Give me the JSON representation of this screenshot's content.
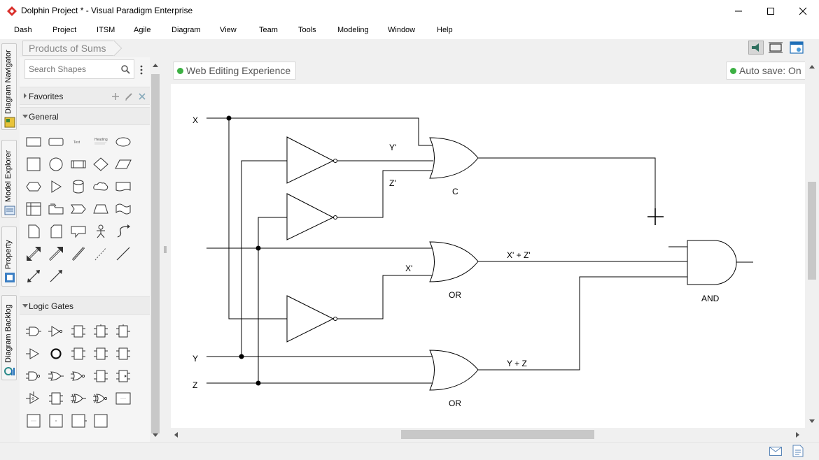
{
  "window": {
    "title": "Dolphin Project * - Visual Paradigm Enterprise"
  },
  "menu": [
    "Dash",
    "Project",
    "ITSM",
    "Agile",
    "Diagram",
    "View",
    "Team",
    "Tools",
    "Modeling",
    "Window",
    "Help"
  ],
  "side_tabs": [
    "Diagram Navigator",
    "Model Explorer",
    "Property",
    "Diagram Backlog"
  ],
  "breadcrumb": "Products of Sums",
  "shape_panel": {
    "search_placeholder": "Search Shapes",
    "categories": [
      {
        "name": "Favorites",
        "expanded": false
      },
      {
        "name": "General",
        "expanded": true
      },
      {
        "name": "Logic Gates",
        "expanded": true
      }
    ],
    "general_shape_text": {
      "text": "Text",
      "heading": "Heading"
    }
  },
  "status": {
    "web_editing": "Web Editing Experience",
    "auto_save": "Auto save: On"
  },
  "diagram": {
    "inputs": [
      "X",
      "Y",
      "Z"
    ],
    "wire_labels": {
      "y_not": "Y'",
      "z_not": "Z'",
      "x_not": "X'",
      "x_not_or_z_not": "X' + Z'",
      "y_or_z": "Y + Z"
    },
    "gate_labels": {
      "top_or": "C",
      "middle_or": "OR",
      "bottom_or": "OR",
      "and": "AND"
    }
  },
  "colors": {
    "status_dot": "#3cb043",
    "logo_red": "#d9302c",
    "accent_blue": "#1f6fb8"
  }
}
